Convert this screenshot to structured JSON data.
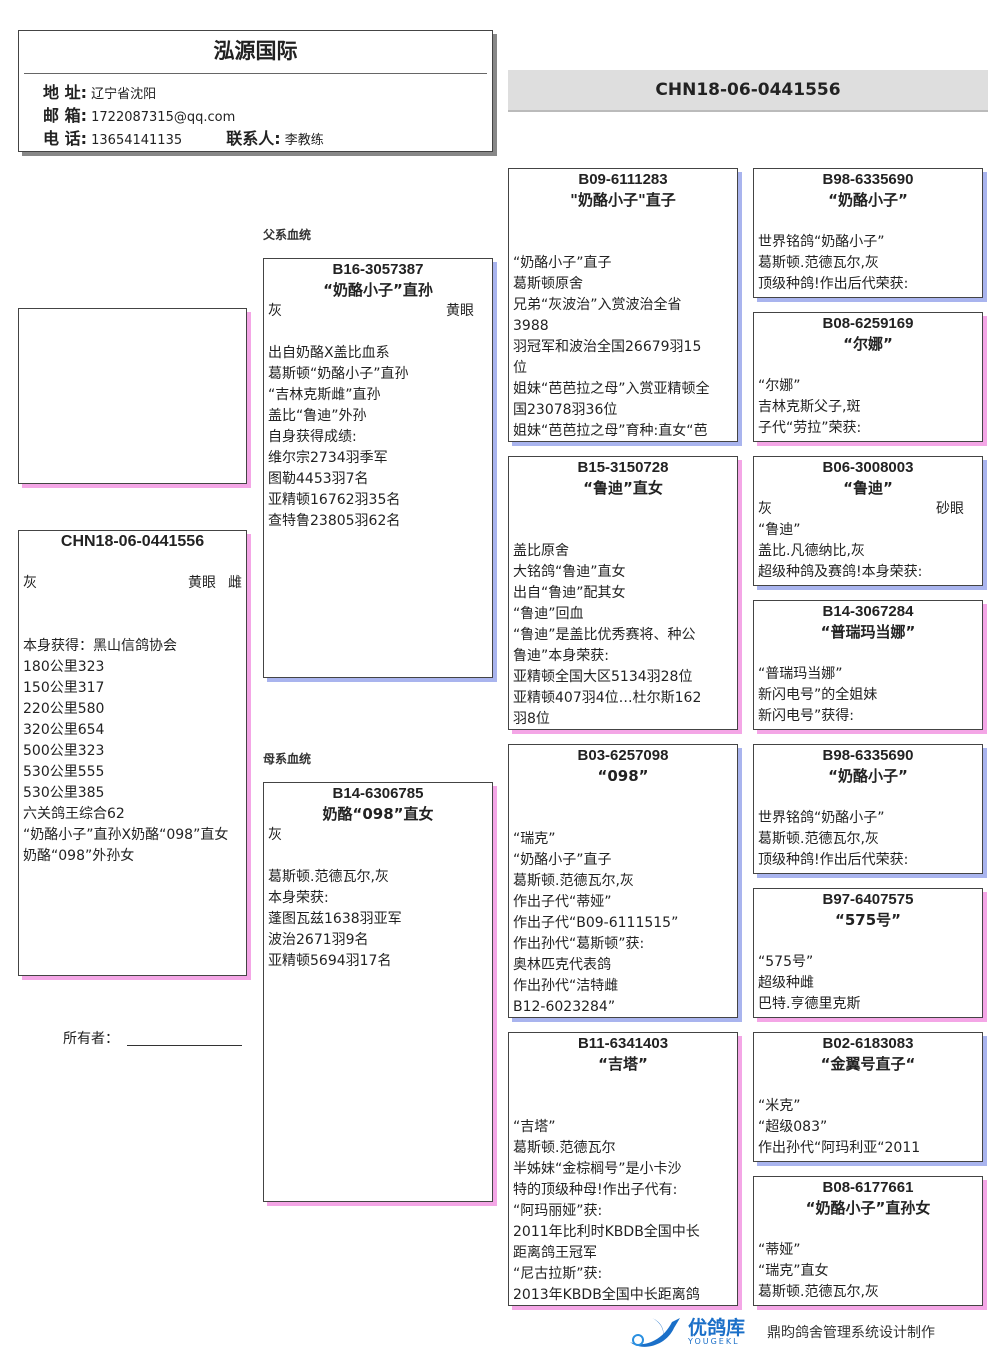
{
  "header": {
    "title": "泓源国际",
    "address_label": "地 址:",
    "address": "辽宁省沈阳",
    "email_label": "邮 箱:",
    "email": "1722087315@qq.com",
    "phone_label": "电 话:",
    "phone": "13654141135",
    "contact_label": "联系人:",
    "contact": "李教练"
  },
  "ring_banner": "CHN18-06-0441556",
  "subject": {
    "ring": "CHN18-06-0441556",
    "color": "灰",
    "eye": "黄眼",
    "sex": "雌",
    "body": "本身获得：黑山信鸽协会\n180公里323\n150公里317\n220公里580\n320公里654\n500公里323\n530公里555\n530公里385\n六关鸽王综合62\n“奶酪小子”直孙X奶酪“098”直女\n奶酪“098”外孙女"
  },
  "owner_label": "所有者：",
  "sire_label": "父系血统",
  "dam_label": "母系血统",
  "sire": {
    "ring": "B16-3057387",
    "name": "“奶酪小子”直孙",
    "color": "灰",
    "eye": "黄眼",
    "body": "\n出自奶酪X盖比血系\n葛斯顿“奶酪小子”直孙\n“吉林克斯雌”直孙\n盖比“鲁迪”外孙\n自身获得成绩:\n维尔宗2734羽季军\n图勒4453羽7名\n亚精顿16762羽35名\n查特鲁23805羽62名"
  },
  "dam": {
    "ring": "B14-6306785",
    "name": "奶酪“098”直女",
    "color": "灰",
    "body": "\n葛斯顿.范德瓦尔,灰\n本身荣获:\n蓬图瓦兹1638羽亚军\n波治2671羽9名\n亚精顿5694羽17名"
  },
  "gen2": [
    {
      "ring": "B09-6111283",
      "name": "\"奶酪小子\"直子",
      "body": "\n\n“奶酪小子”直子\n葛斯顿原舍\n兄弟“灰波治”入赏波治全省\n3988\n羽冠军和波治全国26679羽15\n位\n姐妹“芭芭拉之母”入赏亚精顿全\n国23078羽36位\n姐妹“芭芭拉之母”育种:直女“芭"
    },
    {
      "ring": "B15-3150728",
      "name": "“鲁迪”直女",
      "body": "\n\n盖比原舍\n大铭鸽“鲁迪”直女\n出自“鲁迪”配其女\n“鲁迪”回血\n“鲁迪”是盖比优秀赛将、种公\n鲁迪”本身荣获:\n亚精顿全国大区5134羽28位\n亚精顿407羽4位…杜尔斯162\n羽8位"
    },
    {
      "ring": "B03-6257098",
      "name": "“098”",
      "body": "\n\n“瑞克”\n“奶酪小子”直子\n葛斯顿.范德瓦尔,灰\n作出子代“蒂娅”\n作出子代“B09-6111515”\n作出孙代“葛斯顿”获:\n奥林匹克代表鸽\n作出孙代“洁特雌\nB12-6023284”"
    },
    {
      "ring": "B11-6341403",
      "name": "“吉塔”",
      "body": "\n\n“吉塔”\n葛斯顿.范德瓦尔\n半姊妹“金棕榈号”是小卡沙\n特的顶级种母!作出子代有:\n“阿玛丽娅”获:\n2011年比利时KBDB全国中长\n距离鸽王冠军\n“尼古拉斯”获:\n2013年KBDB全国中长距离鸽"
    }
  ],
  "gen3": [
    {
      "ring": "B98-6335690",
      "name": "“奶酪小子”",
      "body": "\n世界铭鸽“奶酪小子”\n葛斯顿.范德瓦尔,灰\n顶级种鸽!作出后代荣获:"
    },
    {
      "ring": "B08-6259169",
      "name": "“尔娜”",
      "body": "\n“尔娜”\n吉林克斯父子,斑\n子代“劳拉”荣获:"
    },
    {
      "ring": "B06-3008003",
      "name": "“鲁迪”",
      "color": "灰",
      "eye": "砂眼",
      "body": "“鲁迪”\n盖比.凡德纳比,灰\n超级种鸽及赛鸽!本身荣获:"
    },
    {
      "ring": "B14-3067284",
      "name": "“普瑞玛当娜”",
      "body": "\n“普瑞玛当娜”\n新闪电号”的全姐妹\n新闪电号”获得:"
    },
    {
      "ring": "B98-6335690",
      "name": "“奶酪小子”",
      "body": "\n世界铭鸽“奶酪小子”\n葛斯顿.范德瓦尔,灰\n顶级种鸽!作出后代荣获:"
    },
    {
      "ring": "B97-6407575",
      "name": "“575号”",
      "body": "\n“575号”\n超级种雌\n巴特.亨德里克斯"
    },
    {
      "ring": "B02-6183083",
      "name": "“金翼号直子“",
      "body": "\n“米克”\n“超级083”\n作出孙代“阿玛利亚“2011"
    },
    {
      "ring": "B08-6177661",
      "name": "“奶酪小子”直孙女",
      "body": "\n“蒂娅”\n“瑞克”直女\n葛斯顿.范德瓦尔,灰"
    }
  ],
  "footer": {
    "logo_cn": "优鸽库",
    "logo_en": "YOUGEKL",
    "credit": "鼎昀鸽舍管理系统设计制作"
  }
}
